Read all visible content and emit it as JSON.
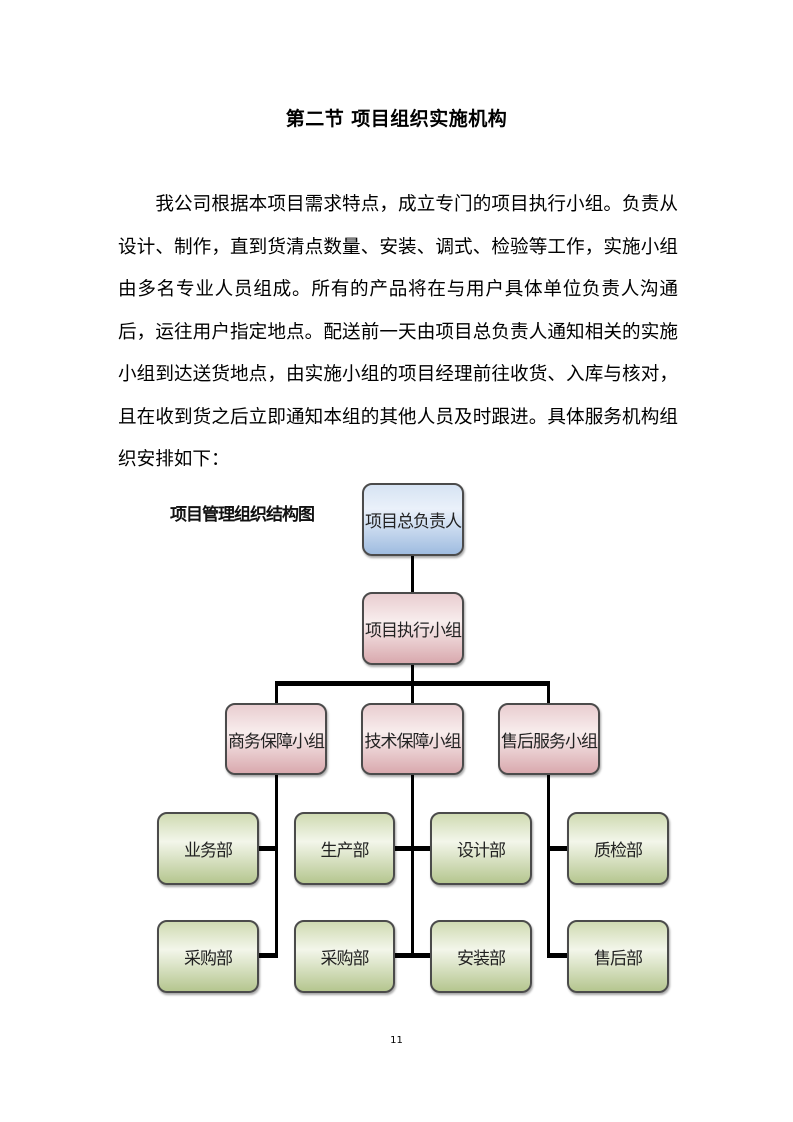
{
  "heading": "第二节  项目组织实施机构",
  "paragraph": {
    "lines": [
      "　　我公司根据本项目需求特点，成立专门的项目执行小组。负责从",
      "设计、制作，直到货清点数量、安装、调式、检验等工作，实施小组",
      "由多名专业人员组成。所有的产品将在与用户具体单位负责人沟通",
      "后，运往用户指定地点。配送前一天由项目总负责人通知相关的实施",
      "小组到达送货地点，由实施小组的项目经理前往收货、入库与核对，",
      "且在收到货之后立即通知本组的其他人员及时跟进。具体服务机构组",
      "织安排如下："
    ]
  },
  "org_chart": {
    "title": "项目管理组织结构图",
    "root": "项目总负责人",
    "executive": "项目执行小组",
    "groups": [
      {
        "name": "商务保障小组",
        "departments": [
          "业务部",
          "采购部"
        ]
      },
      {
        "name": "技术保障小组",
        "departments": [
          "生产部",
          "采购部",
          "设计部",
          "安装部"
        ]
      },
      {
        "name": "售后服务小组",
        "departments": [
          "质检部",
          "售后部"
        ]
      }
    ],
    "colors": {
      "root": "#b7cce8",
      "group": "#ecd3d6",
      "department": "#dfe7c8",
      "border": "#4b4b4b",
      "connector": "#000000"
    }
  },
  "page_number": "11"
}
